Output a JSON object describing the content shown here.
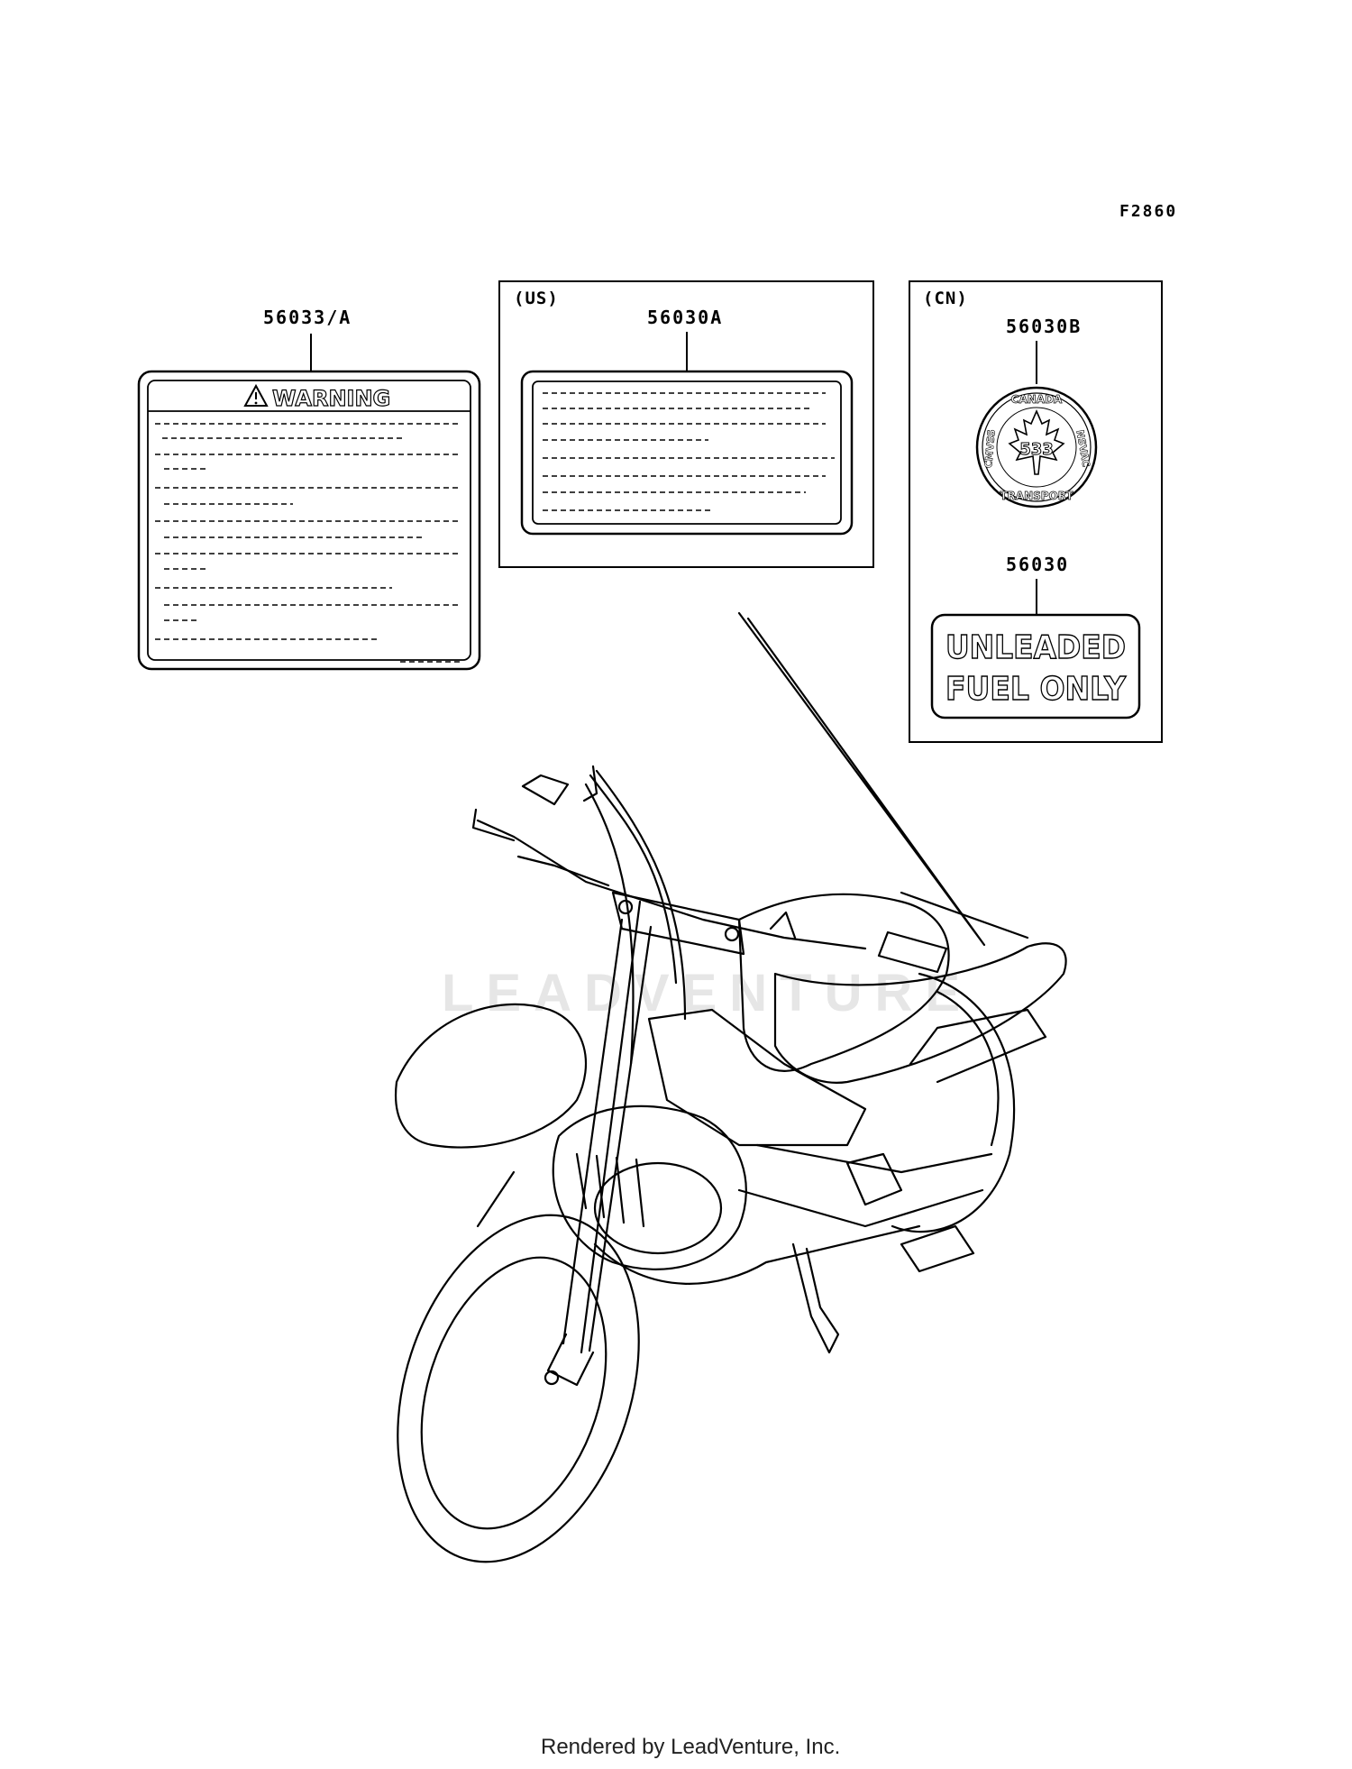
{
  "diagram_code": "F2860",
  "parts": [
    {
      "ref": "56033/A",
      "label_title": "WARNING",
      "region": ""
    },
    {
      "ref": "56030A",
      "region": "(US)"
    },
    {
      "ref": "56030B",
      "region": "(CN)",
      "seal": {
        "top": "CANADA",
        "left": "CMVSS",
        "right": "NSVAC",
        "bottom": "TRANSPORT",
        "center": "533"
      }
    },
    {
      "ref": "56030",
      "region": "(CN)",
      "label_lines": [
        "UNLEADED",
        "FUEL ONLY"
      ]
    }
  ],
  "watermark": "LEADVENTURE",
  "footer": "Rendered by LeadVenture, Inc."
}
